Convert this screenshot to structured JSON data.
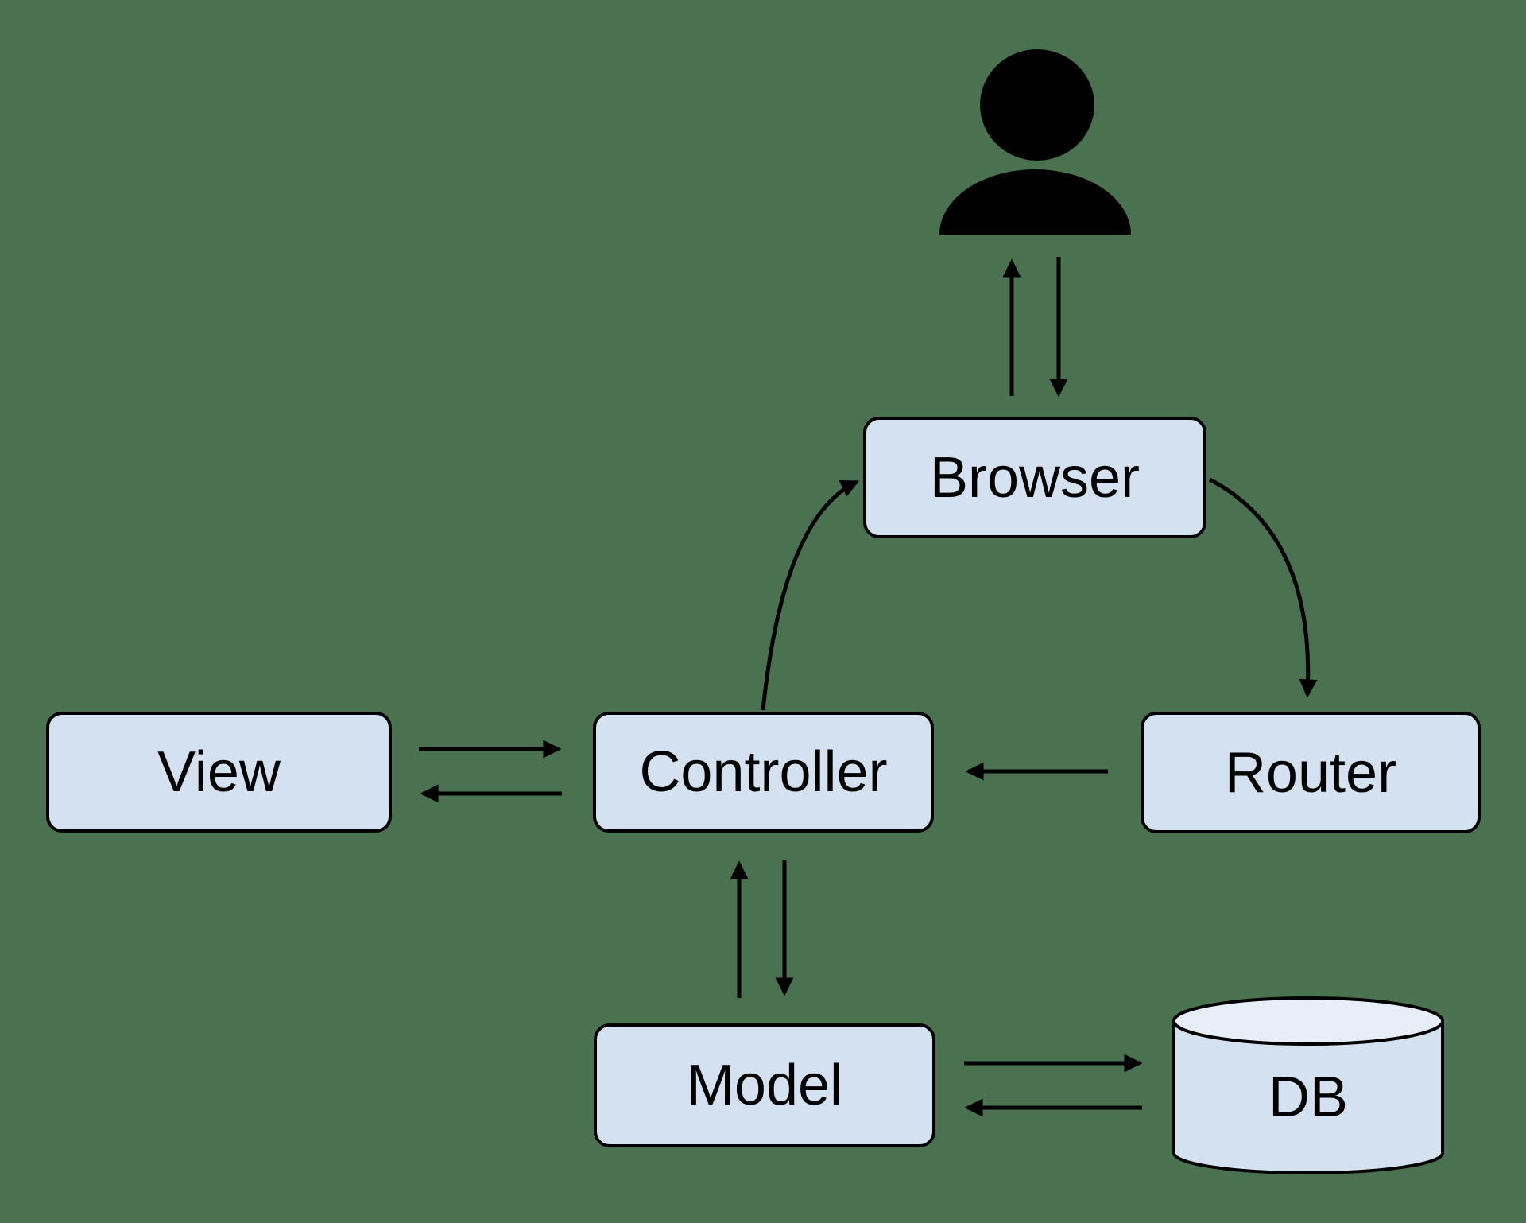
{
  "diagram": {
    "type": "architecture-flow",
    "background_color": "#4A7150",
    "colors": {
      "node_fill": "#D3E1F1",
      "node_stroke": "#000000",
      "db_body_fill": "#D3E1F1",
      "db_top_fill": "#E8EEF8",
      "arrow": "#000000",
      "icon": "#000000",
      "text": "#000000"
    },
    "nodes": {
      "user": {
        "icon": "user-icon"
      },
      "browser": {
        "label": "Browser"
      },
      "router": {
        "label": "Router"
      },
      "controller": {
        "label": "Controller"
      },
      "view": {
        "label": "View"
      },
      "model": {
        "label": "Model"
      },
      "db": {
        "label": "DB",
        "shape": "cylinder"
      }
    },
    "edges": [
      {
        "from": "user",
        "to": "browser",
        "style": "straight"
      },
      {
        "from": "browser",
        "to": "user",
        "style": "straight"
      },
      {
        "from": "controller",
        "to": "browser",
        "style": "curved"
      },
      {
        "from": "browser",
        "to": "router",
        "style": "curved"
      },
      {
        "from": "router",
        "to": "controller",
        "style": "straight"
      },
      {
        "from": "view",
        "to": "controller",
        "style": "straight"
      },
      {
        "from": "controller",
        "to": "view",
        "style": "straight"
      },
      {
        "from": "controller",
        "to": "model",
        "style": "straight"
      },
      {
        "from": "model",
        "to": "controller",
        "style": "straight"
      },
      {
        "from": "model",
        "to": "db",
        "style": "straight"
      },
      {
        "from": "db",
        "to": "model",
        "style": "straight"
      }
    ]
  }
}
